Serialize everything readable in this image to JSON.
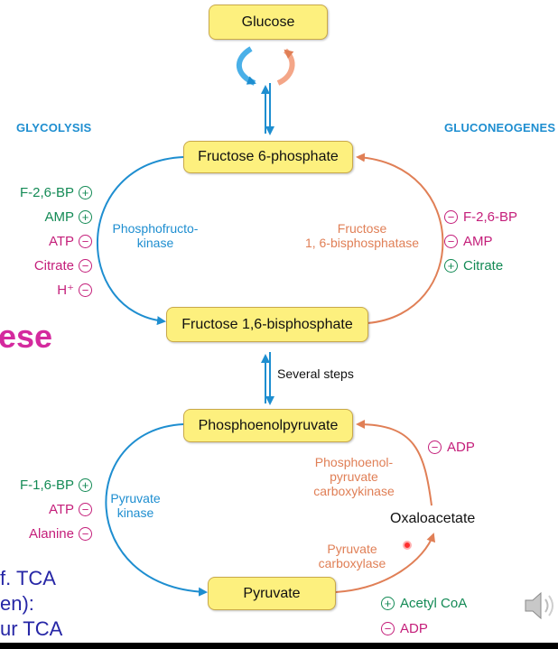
{
  "headers": {
    "glycolysis": "GLYCOLYSIS",
    "gluconeogenesis": "GLUCONEOGENES"
  },
  "boxes": {
    "glucose": "Glucose",
    "f6p": "Fructose 6-phosphate",
    "f16bp": "Fructose 1,6-bisphosphate",
    "pep": "Phosphoenolpyruvate",
    "pyruvate": "Pyruvate"
  },
  "steps_label": "Several steps",
  "oxaloacetate": "Oxaloacetate",
  "enzymes": {
    "pfk": [
      "Phosphofructo-",
      "kinase"
    ],
    "fbpase": [
      "Fructose",
      "1, 6-bisphosphatase"
    ],
    "pk": [
      "Pyruvate",
      "kinase"
    ],
    "pepck": [
      "Phosphoenol-",
      "pyruvate",
      "carboxykinase"
    ],
    "pc": [
      "Pyruvate",
      "carboxylase"
    ]
  },
  "regulators": {
    "glyco_upper": [
      {
        "name": "F-2,6-BP",
        "sign": "+"
      },
      {
        "name": "AMP",
        "sign": "+"
      },
      {
        "name": "ATP",
        "sign": "−"
      },
      {
        "name": "Citrate",
        "sign": "−"
      },
      {
        "name": "H⁺",
        "sign": "−"
      }
    ],
    "gluco_upper": [
      {
        "name": "F-2,6-BP",
        "sign": "−"
      },
      {
        "name": "AMP",
        "sign": "−"
      },
      {
        "name": "Citrate",
        "sign": "+"
      }
    ],
    "glyco_lower": [
      {
        "name": "F-1,6-BP",
        "sign": "+"
      },
      {
        "name": "ATP",
        "sign": "−"
      },
      {
        "name": "Alanine",
        "sign": "−"
      }
    ],
    "pepck": [
      {
        "name": "ADP",
        "sign": "−"
      }
    ],
    "pc": [
      {
        "name": "Acetyl CoA",
        "sign": "+"
      },
      {
        "name": "ADP",
        "sign": "−"
      }
    ]
  },
  "slide_fragments": {
    "title": "ese",
    "line1": "f. TCA",
    "line2": "en):",
    "line3": "ur TCA"
  },
  "colors": {
    "glycolysis_blue": "#1e8ed0",
    "gluconeo_orange": "#e07f56",
    "activator_green": "#138a55",
    "inhibitor_magenta": "#c41e7a",
    "box_yellow": "#fdf07e"
  },
  "icons": {
    "speaker": "speaker-icon",
    "pointer": "laser-pointer-dot"
  }
}
